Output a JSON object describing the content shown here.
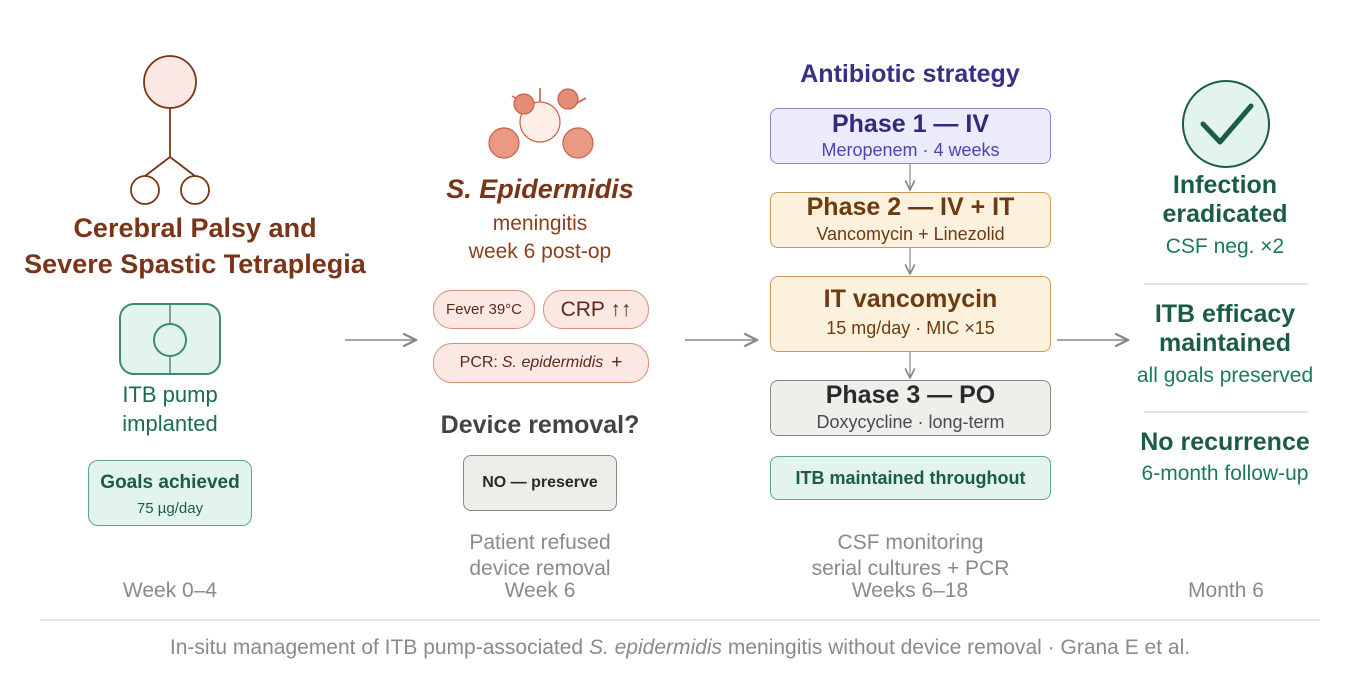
{
  "colors": {
    "brown": "#7a3418",
    "green": "#1a5c44",
    "purple": "#353184",
    "salmon": "#ea9a84",
    "gray": "#8a8a8a"
  },
  "column1": {
    "title_line1": "Cerebral Palsy and",
    "title_line2": "Severe Spastic Tetraplegia",
    "pump_label_line1": "ITB pump",
    "pump_label_line2": "implanted",
    "goals_title": "Goals achieved",
    "goals_dose": "75 µg/day",
    "timeline": "Week 0–4"
  },
  "column2": {
    "organism": "S. Epidermidis",
    "sub_line1": "meningitis",
    "sub_line2": "week 6 post-op",
    "fever": "Fever 39°C",
    "crp": "CRP ↑↑",
    "pcr_prefix": "PCR:",
    "pcr_organism": "S. epidermidis",
    "pcr_result": "+",
    "question": "Device removal?",
    "decision": "NO — preserve",
    "note_line1": "Patient refused",
    "note_line2": "device removal",
    "timeline": "Week 6"
  },
  "column3": {
    "title": "Antibiotic strategy",
    "phase1_title": "Phase 1 — IV",
    "phase1_detail": "Meropenem · 4 weeks",
    "phase2_title": "Phase 2 — IV + IT",
    "phase2_detail": "Vancomycin + Linezolid",
    "it_title": "IT vancomycin",
    "it_detail": "15 mg/day · MIC ×15",
    "phase3_title": "Phase 3 — PO",
    "phase3_detail": "Doxycycline · long-term",
    "itb_maintained": "ITB maintained throughout",
    "note_line1": "CSF monitoring",
    "note_line2": "serial cultures + PCR",
    "timeline": "Weeks 6–18"
  },
  "column4": {
    "result1_line1": "Infection",
    "result1_line2": "eradicated",
    "result1_sub": "CSF neg. ×2",
    "result2_line1": "ITB efficacy",
    "result2_line2": "maintained",
    "result2_sub": "all goals preserved",
    "result3_title": "No recurrence",
    "result3_sub": "6-month follow-up",
    "timeline": "Month 6"
  },
  "footer": {
    "prefix": "In-situ management of ITB pump-associated",
    "organism": "S. epidermidis",
    "suffix": "meningitis without device removal · Grana E et al."
  }
}
